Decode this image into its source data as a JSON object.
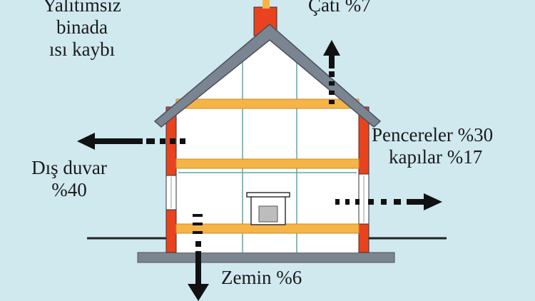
{
  "title": {
    "line1": "Yalıtımsız",
    "line2": "binada",
    "line3": "ısı kaybı"
  },
  "losses": {
    "roof": "Çatı %7",
    "windows_line1": "Pencereler %30",
    "windows_line2": "kapılar %17",
    "wall_line1": "Dış duvar",
    "wall_line2": "%40",
    "floor": "Zemin %6"
  },
  "colors": {
    "background": "#cfe9ef",
    "roof": "#7b8491",
    "beam": "#f6b447",
    "wall": "#e8431e",
    "arrow": "#111111"
  }
}
